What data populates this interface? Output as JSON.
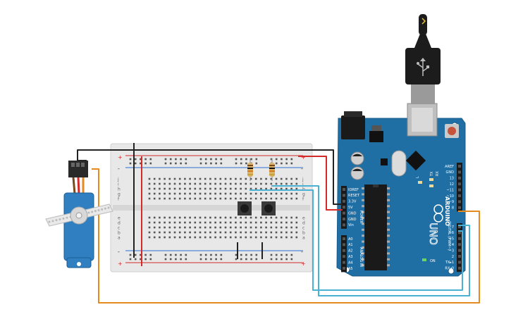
{
  "board": {
    "brand": "ARDUINO",
    "model": "UNO",
    "power_label": "POWER",
    "analog_label": "ANALOG IN",
    "digital_label": "DIGITAL (PWM~)",
    "on_label": "ON",
    "tx_label": "TX",
    "rx_label": "RX",
    "l_label": "L",
    "top_header_labels": [
      "AREF",
      "GND",
      "13",
      "12",
      "~11",
      "~10",
      "~9",
      "8"
    ],
    "bottom_header_labels": [
      "7",
      "~6",
      "~5",
      "4",
      "~3",
      "2",
      "TX▸1",
      "RX◂0"
    ],
    "power_header_labels": [
      "IOREF",
      "RESET",
      "3.3V",
      "5V",
      "GND",
      "GND",
      "Vin"
    ],
    "analog_header_labels": [
      "A0",
      "A1",
      "A2",
      "A3",
      "A4",
      "A5"
    ]
  },
  "breadboard": {
    "row_letters_top": [
      "j",
      "i",
      "h",
      "g",
      "f"
    ],
    "row_letters_bottom": [
      "e",
      "d",
      "c",
      "b",
      "a"
    ],
    "column_count": 30
  },
  "colors": {
    "board": "#1f6fa5",
    "board_dark": "#175a88",
    "breadboard": "#e6e6e6",
    "rail_red": "#d42a2a",
    "rail_black": "#222222",
    "wire_cyan": "#49b1d3",
    "wire_orange": "#e58a1f",
    "servo": "#2f7fc1",
    "resistor": "#d9b26b"
  }
}
